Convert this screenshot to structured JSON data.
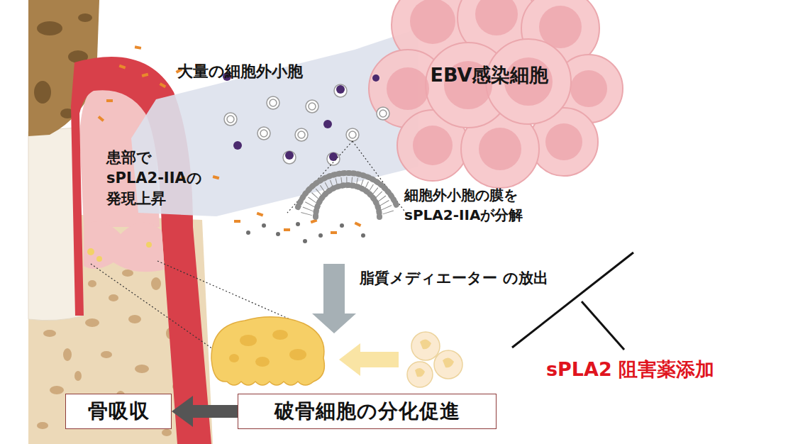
{
  "diagram": {
    "nodes": [
      {
        "text": [
          "EBV感染細胞"
        ]
      },
      {
        "text": [
          "骨吸収"
        ]
      },
      {
        "text": [
          "破骨細胞の分化促進"
        ]
      }
    ],
    "edges": [
      {
        "from": 2,
        "to": 1,
        "arrow": "to"
      }
    ],
    "labels": [
      "大量の細胞外小胞",
      "患部で sPLA2-IIAの 発現上昇",
      "細胞外小胞の膜を sPLA2-IIAが分解",
      "脂質メディエーター の放出",
      "sPLA2 阻害薬添加"
    ]
  }
}
